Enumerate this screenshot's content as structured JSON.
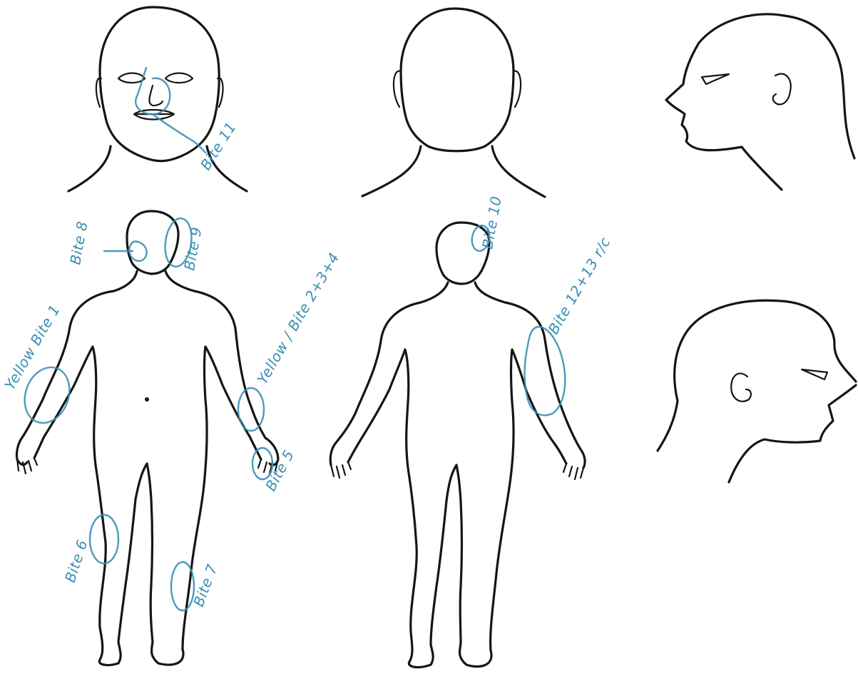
{
  "colors": {
    "outline": "#151515",
    "annotation": "#3a8fb5",
    "background": "#ffffff"
  },
  "figures": {
    "head_front": "head-front",
    "head_back": "head-back",
    "head_right_profile": "head-right-profile",
    "head_left_profile": "head-left-profile",
    "body_front": "body-front",
    "body_back": "body-back"
  },
  "annotations": {
    "face_mark": "Bite 11",
    "head_left_small": "Bite 8",
    "head_right_big": "Bite 9",
    "back_head": "Bite 10",
    "left_arm": "Yellow Bite 1",
    "right_wrist": "Yellow / Bite 2+3+4",
    "right_hand": "Bite 5",
    "left_thigh": "Bite 6",
    "right_shin": "Bite 7",
    "back_right_arm": "Bite 12+13 r/c"
  }
}
